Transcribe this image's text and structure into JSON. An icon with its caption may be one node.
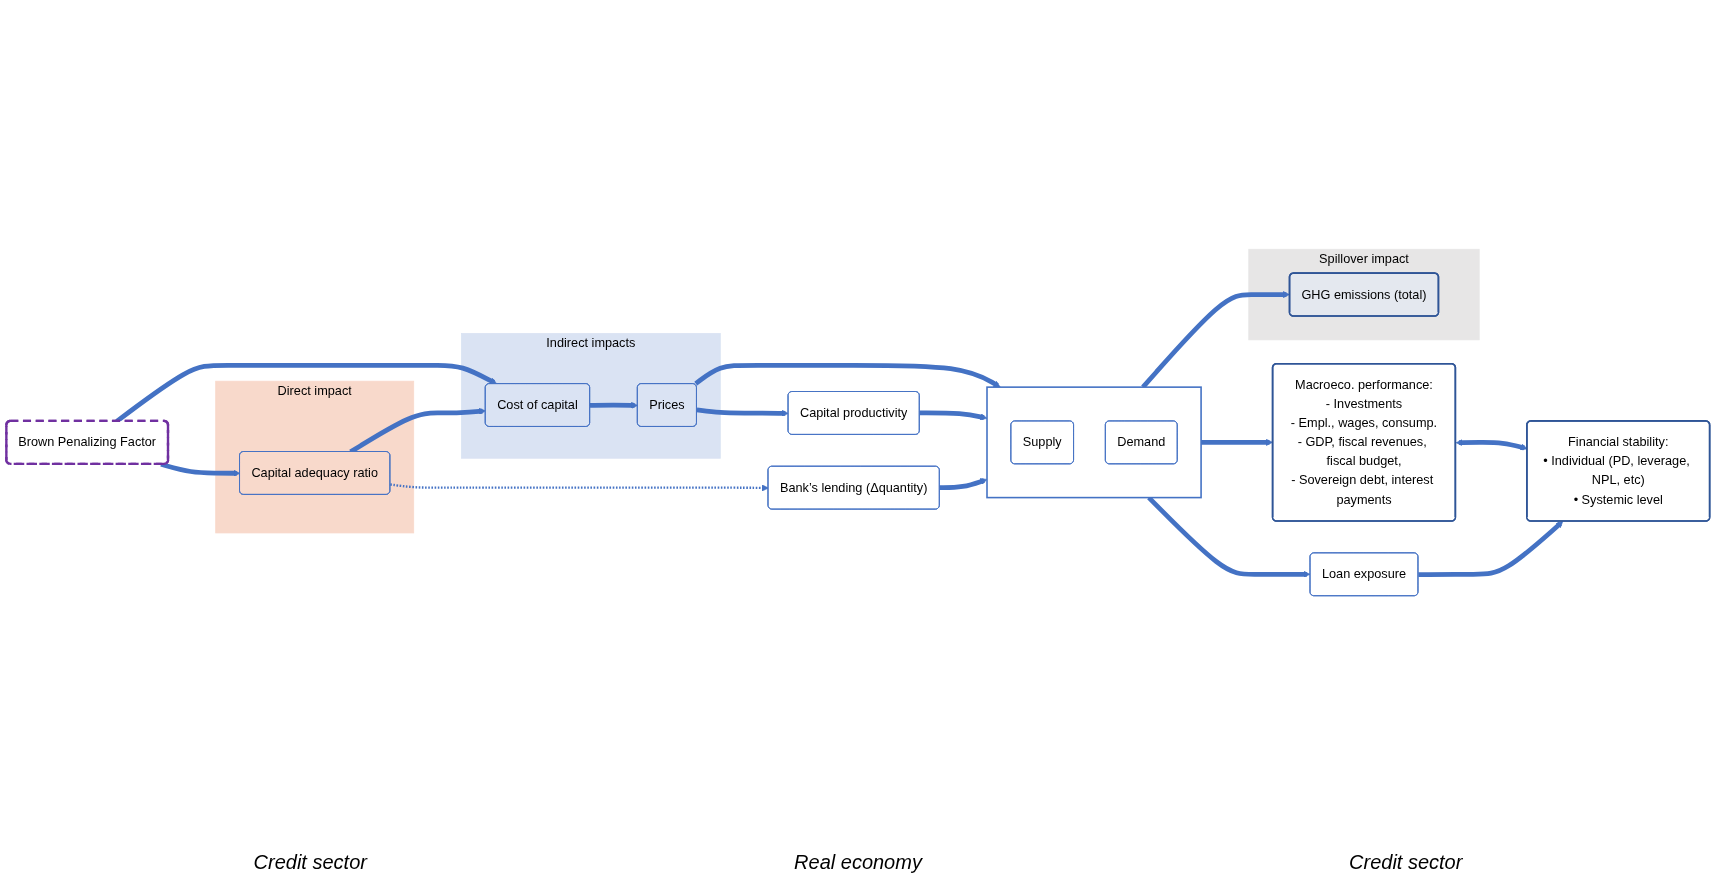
{
  "diagram": {
    "nodes": [
      {
        "text": [
          "Spillover impact"
        ]
      },
      {
        "text": [
          "GHG emissions (total)"
        ],
        "in": 0
      },
      {
        "text": [
          "Macroeco. performance:",
          "- Investments",
          "- Empl., wages, consump.",
          "- GDP, fiscal revenues, fiscal budget,",
          "- Sovereign debt, interest payments"
        ]
      },
      {
        "text": [
          "Financial stability:",
          "• Individual (PD, leverage, NPL, etc)",
          "• Systemic level"
        ]
      },
      {
        "text": [
          "Brown Penalizing Factor"
        ]
      },
      {
        "text": [
          "Indirect impacts"
        ]
      },
      {
        "text": [
          "Cost of capital"
        ],
        "in": 5
      },
      {
        "text": [
          "Prices"
        ],
        "in": 5
      },
      {
        "text": [],
        "shape": "box"
      },
      {
        "text": [
          "Supply"
        ],
        "in": 8
      },
      {
        "text": [
          "Demand"
        ],
        "in": 8
      },
      {
        "text": [
          "Loan exposure"
        ]
      },
      {
        "text": [
          "Direct impact"
        ]
      },
      {
        "text": [
          "Capital adequacy ratio"
        ],
        "in": 12
      },
      {
        "text": [
          "Capital productivity"
        ]
      },
      {
        "text": [
          "Bank’s lending (Δquantity)"
        ]
      }
    ],
    "edges": [
      {
        "from": 4,
        "to": 6,
        "arrow": "to"
      },
      {
        "from": 4,
        "to": 13,
        "arrow": "to"
      },
      {
        "from": 13,
        "to": 6,
        "arrow": "to"
      },
      {
        "from": 13,
        "to": 15,
        "arrow": "to",
        "style": "dashed"
      },
      {
        "from": 6,
        "to": 7,
        "arrow": "to"
      },
      {
        "from": 7,
        "to": 8,
        "arrow": "to"
      },
      {
        "from": 7,
        "to": 14,
        "arrow": "to"
      },
      {
        "from": 14,
        "to": 8,
        "arrow": "to"
      },
      {
        "from": 15,
        "to": 8,
        "arrow": "to"
      },
      {
        "from": 8,
        "to": 1,
        "arrow": "to"
      },
      {
        "from": 8,
        "to": 2,
        "arrow": "to"
      },
      {
        "from": 2,
        "to": 3,
        "arrow": "both"
      },
      {
        "from": 8,
        "to": 11,
        "arrow": "to"
      },
      {
        "from": 11,
        "to": 3,
        "arrow": "to"
      }
    ],
    "labels": [
      "Credit sector",
      "Real economy",
      "Credit sector"
    ]
  }
}
